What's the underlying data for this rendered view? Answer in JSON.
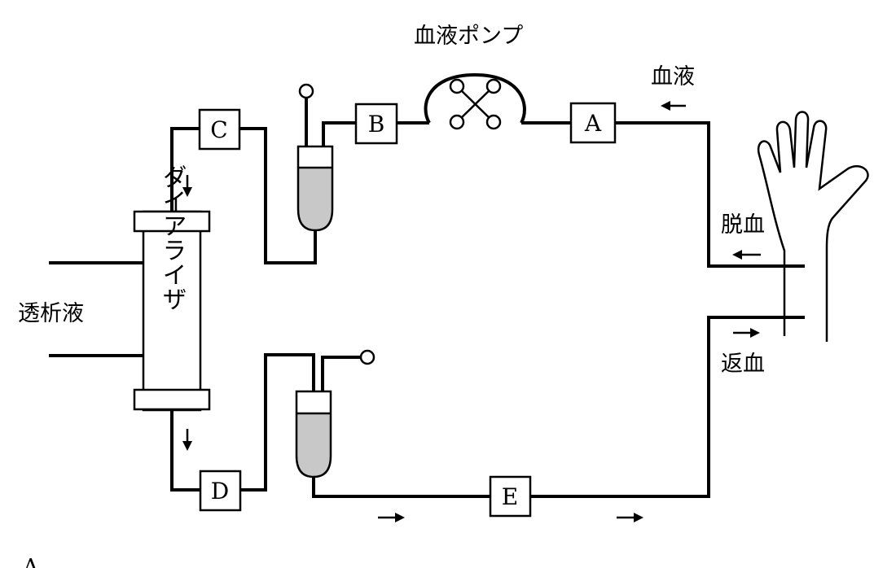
{
  "labels": {
    "blood_pump": "血液ポンプ",
    "blood": "血液",
    "blood_removal": "脱血",
    "blood_return": "返血",
    "dialysate": "透析液",
    "dialyzer": "ダイアライザ",
    "stray_mark": "A"
  },
  "boxes": {
    "a": "A",
    "b": "B",
    "c": "C",
    "d": "D",
    "e": "E"
  }
}
